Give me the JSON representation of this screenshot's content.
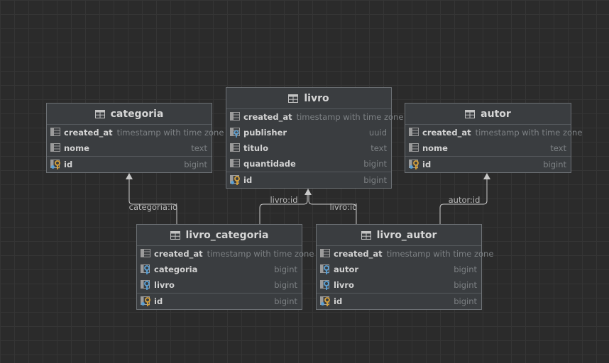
{
  "tables": [
    {
      "name": "categoria",
      "columns": [
        {
          "name": "created_at",
          "type": "timestamp with time zone",
          "icon": "column-icon"
        },
        {
          "name": "nome",
          "type": "text",
          "icon": "column-icon"
        }
      ],
      "keys": [
        {
          "name": "id",
          "type": "bigint",
          "icon": "primary-key-icon"
        }
      ]
    },
    {
      "name": "livro",
      "columns": [
        {
          "name": "created_at",
          "type": "timestamp with time zone",
          "icon": "column-icon"
        },
        {
          "name": "publisher",
          "type": "uuid",
          "icon": "indexed-column-icon"
        },
        {
          "name": "titulo",
          "type": "text",
          "icon": "column-icon"
        },
        {
          "name": "quantidade",
          "type": "bigint",
          "icon": "column-icon"
        }
      ],
      "keys": [
        {
          "name": "id",
          "type": "bigint",
          "icon": "primary-key-icon"
        }
      ]
    },
    {
      "name": "autor",
      "columns": [
        {
          "name": "created_at",
          "type": "timestamp with time zone",
          "icon": "column-icon"
        },
        {
          "name": "nome",
          "type": "text",
          "icon": "column-icon"
        }
      ],
      "keys": [
        {
          "name": "id",
          "type": "bigint",
          "icon": "primary-key-icon"
        }
      ]
    },
    {
      "name": "livro_categoria",
      "columns": [
        {
          "name": "created_at",
          "type": "timestamp with time zone",
          "icon": "column-icon"
        },
        {
          "name": "categoria",
          "type": "bigint",
          "icon": "foreign-key-icon"
        },
        {
          "name": "livro",
          "type": "bigint",
          "icon": "foreign-key-icon"
        }
      ],
      "keys": [
        {
          "name": "id",
          "type": "bigint",
          "icon": "primary-key-icon"
        }
      ]
    },
    {
      "name": "livro_autor",
      "columns": [
        {
          "name": "created_at",
          "type": "timestamp with time zone",
          "icon": "column-icon"
        },
        {
          "name": "autor",
          "type": "bigint",
          "icon": "foreign-key-icon"
        },
        {
          "name": "livro",
          "type": "bigint",
          "icon": "foreign-key-icon"
        }
      ],
      "keys": [
        {
          "name": "id",
          "type": "bigint",
          "icon": "primary-key-icon"
        }
      ]
    }
  ],
  "relations": [
    {
      "label": "categoria:id",
      "from": "livro_categoria",
      "to": "categoria"
    },
    {
      "label": "livro:id",
      "from": "livro_categoria",
      "to": "livro"
    },
    {
      "label": "livro:id",
      "from": "livro_autor",
      "to": "livro"
    },
    {
      "label": "autor:id",
      "from": "livro_autor",
      "to": "autor"
    }
  ],
  "colors": {
    "background": "#2b2b2b",
    "table_fill": "#3a3d40",
    "table_border": "#6d7175",
    "edge": "#c8c8c8",
    "key_blue": "#5aa1d6",
    "key_gold": "#d9a33a"
  }
}
